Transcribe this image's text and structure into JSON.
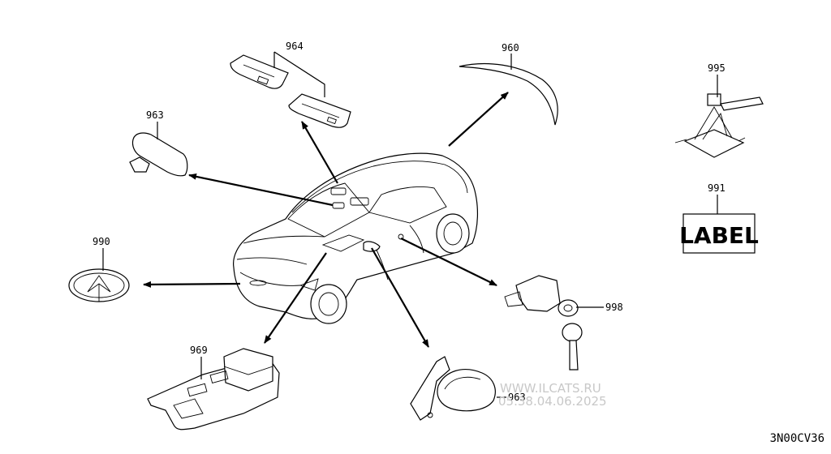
{
  "diagram": {
    "parts": [
      {
        "id": "sun-visor",
        "number": "964"
      },
      {
        "id": "rear-spoiler",
        "number": "960"
      },
      {
        "id": "inside-mirror",
        "number": "963"
      },
      {
        "id": "jack",
        "number": "995"
      },
      {
        "id": "label-plate",
        "number": "991",
        "text": "LABEL"
      },
      {
        "id": "emblem",
        "number": "990"
      },
      {
        "id": "key-cylinder",
        "number": "998"
      },
      {
        "id": "console",
        "number": "969"
      },
      {
        "id": "door-mirror",
        "number": "963"
      }
    ],
    "diagram_code": "3N00CV36"
  },
  "watermark": {
    "site": "WWW.ILCATS.RU",
    "date": "05.38.04.06.2025"
  }
}
